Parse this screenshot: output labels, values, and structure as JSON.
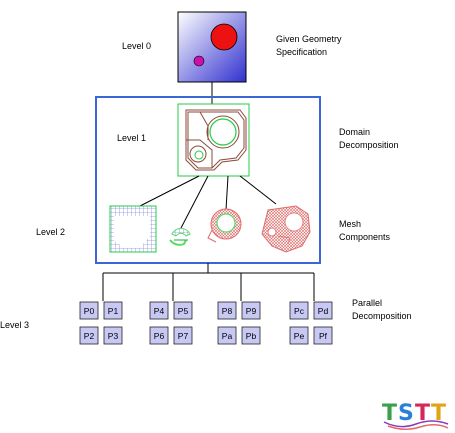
{
  "levels": {
    "level0": "Level 0",
    "level1": "Level 1",
    "level2": "Level 2",
    "level3": "Level 3"
  },
  "descriptions": {
    "geometry": [
      "Given Geometry",
      "Specification"
    ],
    "domain": [
      "Domain",
      "Decomposition"
    ],
    "mesh": [
      "Mesh",
      "Components"
    ],
    "parallel": [
      "Parallel",
      "Decomposition"
    ]
  },
  "processor_groups": [
    [
      "P0",
      "P1",
      "P2",
      "P3"
    ],
    [
      "P4",
      "P5",
      "P6",
      "P7"
    ],
    [
      "P8",
      "P9",
      "Pa",
      "Pb"
    ],
    [
      "Pc",
      "Pd",
      "Pe",
      "Pf"
    ]
  ],
  "logo": {
    "letters": [
      "T",
      "S",
      "T",
      "T"
    ],
    "colors": [
      "#3aa04a",
      "#2a7fd8",
      "#d4285c",
      "#e0a418"
    ]
  },
  "colors": {
    "frame": "#3a66d8",
    "geometry_gradient_top": "#ffffff",
    "geometry_gradient_bottom": "#3a3ad8",
    "big_circle": "#ee1111",
    "small_circle": "#cc11aa",
    "domain_outline": "#8a4a3a",
    "domain_inner": "#22cc44",
    "mesh_blue": "#8a8ae8",
    "mesh_green": "#55dd66",
    "mesh_red": "#e06a6a",
    "proc_fill": "#c8c8f4"
  }
}
